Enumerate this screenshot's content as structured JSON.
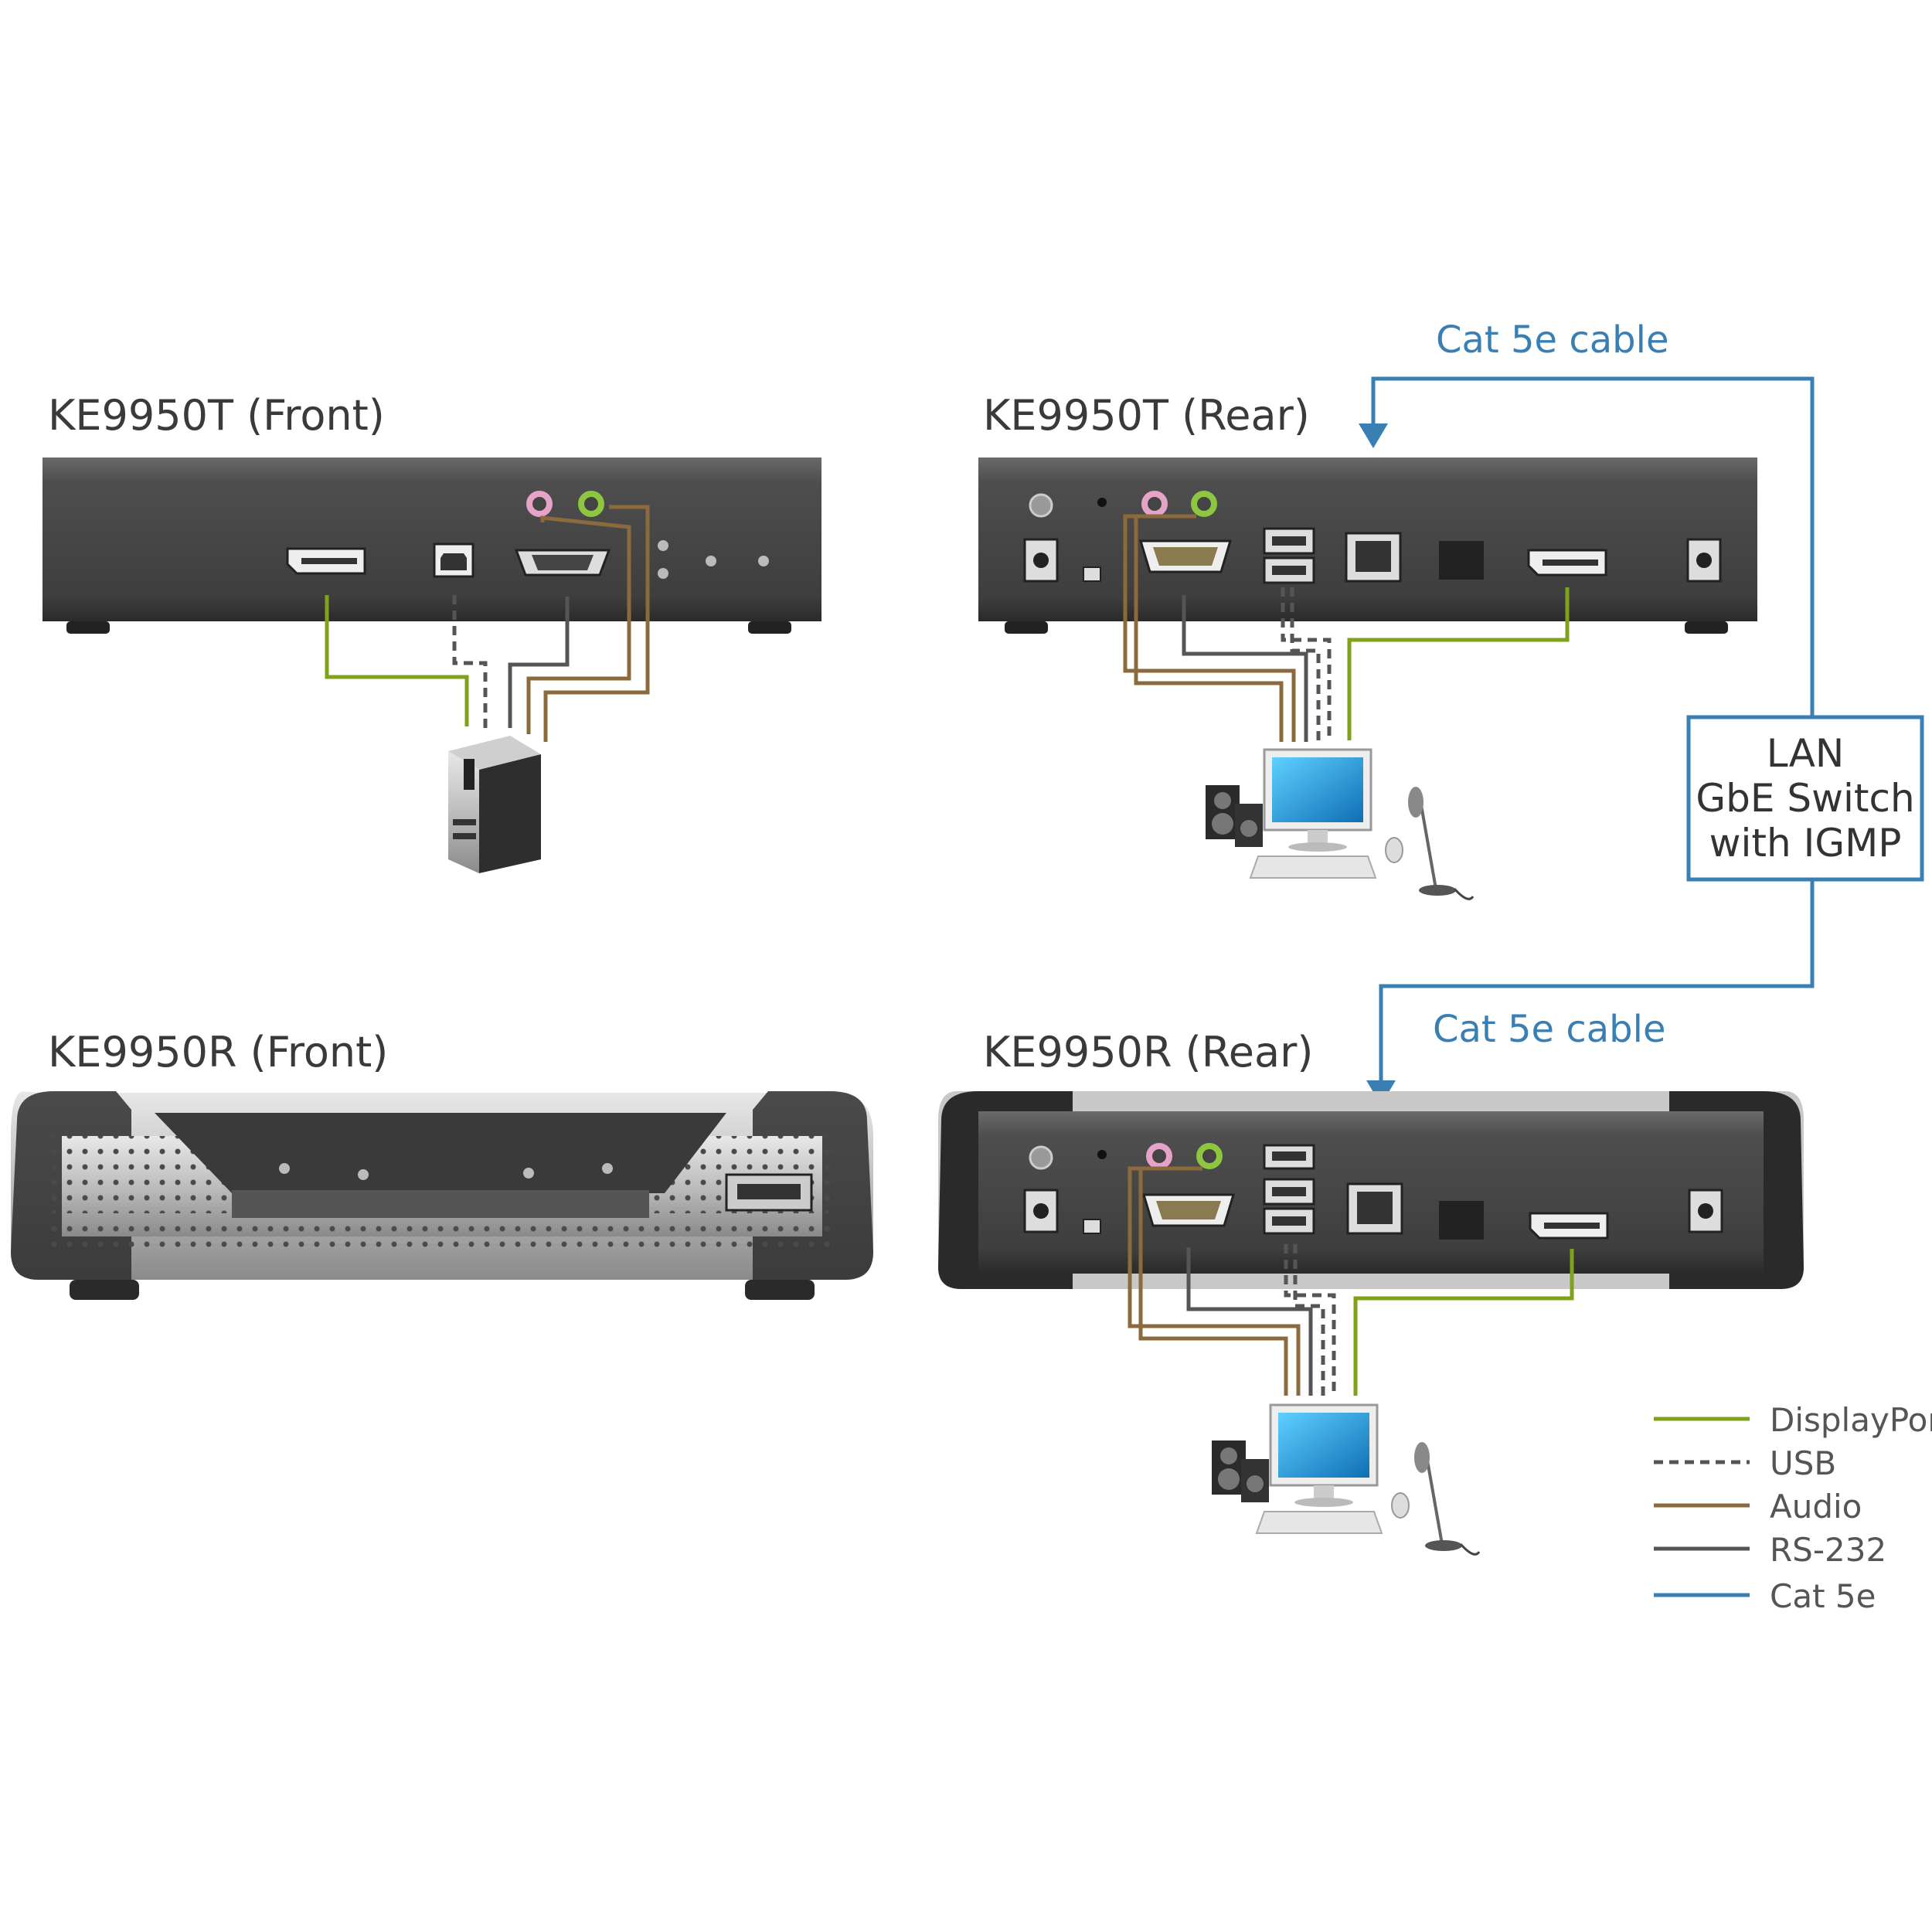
{
  "titles": {
    "tx_front": "KE9950T (Front)",
    "tx_rear": "KE9950T (Rear)",
    "rx_front": "KE9950R (Front)",
    "rx_rear": "KE9950R (Rear)"
  },
  "cables": {
    "top": "Cat 5e cable",
    "bottom": "Cat 5e cable"
  },
  "switch": {
    "line1": "LAN",
    "line2": "GbE Switch",
    "line3": "with IGMP"
  },
  "legend": [
    {
      "label": "DisplayPort",
      "color": "#7ea31a",
      "style": "solid"
    },
    {
      "label": "USB",
      "color": "#555555",
      "style": "dashed"
    },
    {
      "label": "Audio",
      "color": "#8b6a3e",
      "style": "solid"
    },
    {
      "label": "RS-232",
      "color": "#555555",
      "style": "solid"
    },
    {
      "label": "Cat 5e",
      "color": "#3a7fb4",
      "style": "solid"
    }
  ],
  "colors": {
    "displayport": "#7ea31a",
    "usb": "#555555",
    "audio": "#8b6a3e",
    "rs232": "#555555",
    "cat5e": "#3a7fb4",
    "device_body": "#4a4a4a"
  }
}
